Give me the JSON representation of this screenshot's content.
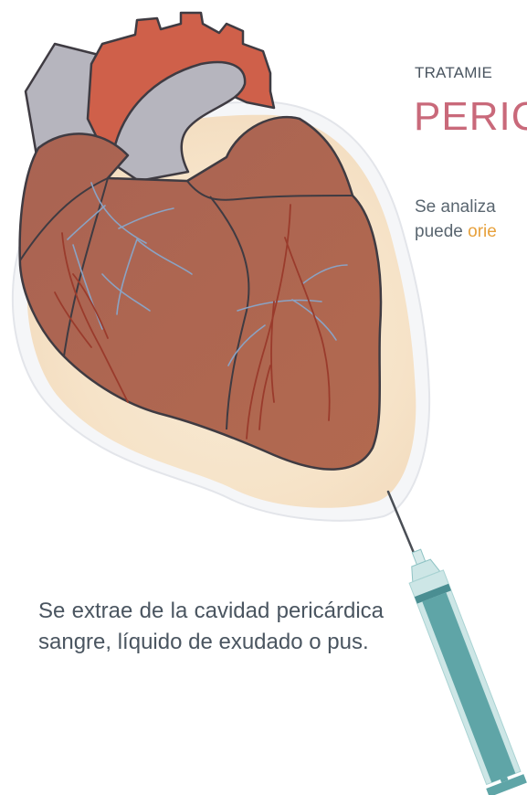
{
  "header": {
    "kicker": "TRATAMIE",
    "title": "PERIC",
    "intro_line1": "Se analiza",
    "intro_line2_prefix": "puede ",
    "intro_line2_highlight": "orie"
  },
  "caption": "Se extrae de la cavidad pericárdica sangre, líquido de exudado o pus.",
  "colors": {
    "heart": "#b06650",
    "aorta": "#cf604a",
    "vessel_gray": "#b6b5be",
    "pericardial_fluid": "#f6e3c8",
    "vein": "#8aa3c4",
    "artery": "#9a3b2c",
    "syringe_teal": "#5fa5a7",
    "syringe_barrel": "#cde6e6",
    "title_pink": "#c9697a",
    "highlight_orange": "#e7a13c"
  },
  "icons": [
    "heart-illustration",
    "syringe-icon"
  ]
}
